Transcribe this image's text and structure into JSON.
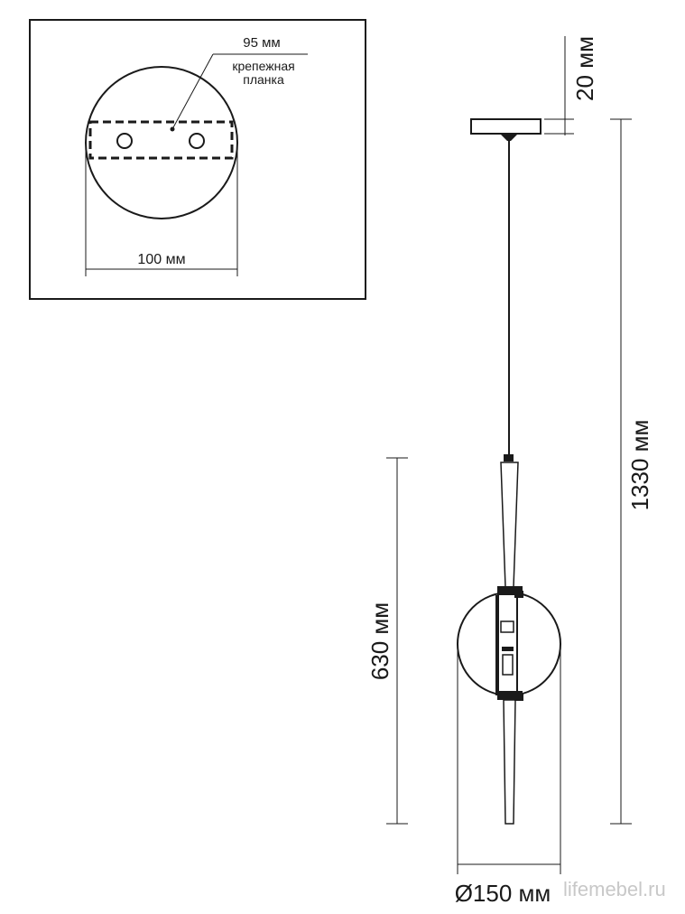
{
  "inset": {
    "width_label": "95 мм",
    "plate_label_line1": "крепежная",
    "plate_label_line2": "планка",
    "diameter_label": "100 мм"
  },
  "dimensions": {
    "canopy_height": "20 мм",
    "total_height": "1330 мм",
    "body_height": "630 мм",
    "ring_diameter": "Ø150 мм"
  },
  "watermark": "lifemebel.ru",
  "colors": {
    "line": "#1a1a1a",
    "watermark": "#c8c8c8"
  }
}
